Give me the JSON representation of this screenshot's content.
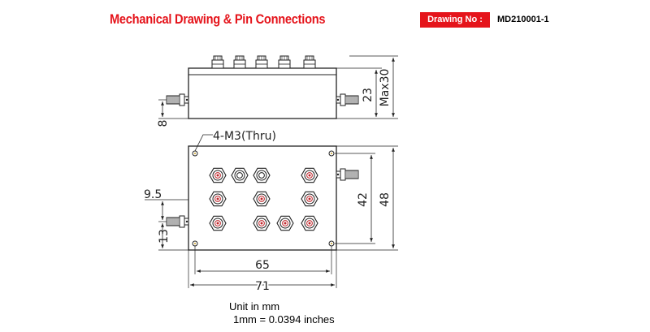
{
  "header": {
    "title": "Mechanical Drawing & Pin Connections",
    "drawing_label": "Drawing No :",
    "drawing_number": "MD210001-1"
  },
  "side_view": {
    "dim_height": "23",
    "dim_max_height": "Max30",
    "dim_connector_offset": "8"
  },
  "top_view": {
    "hole_note": "4-M3(Thru)",
    "dim_hole_spacing_height": "42",
    "dim_height": "48",
    "dim_connector_top": "9.5",
    "dim_connector_bottom": "13",
    "dim_hole_spacing_width": "65",
    "dim_width": "71"
  },
  "footer": {
    "unit_line": "Unit in mm",
    "conversion_line": "1mm = 0.0394 inches"
  },
  "colors": {
    "title": "#e5141b",
    "label_bg": "#e5141b",
    "line": "#222222"
  }
}
